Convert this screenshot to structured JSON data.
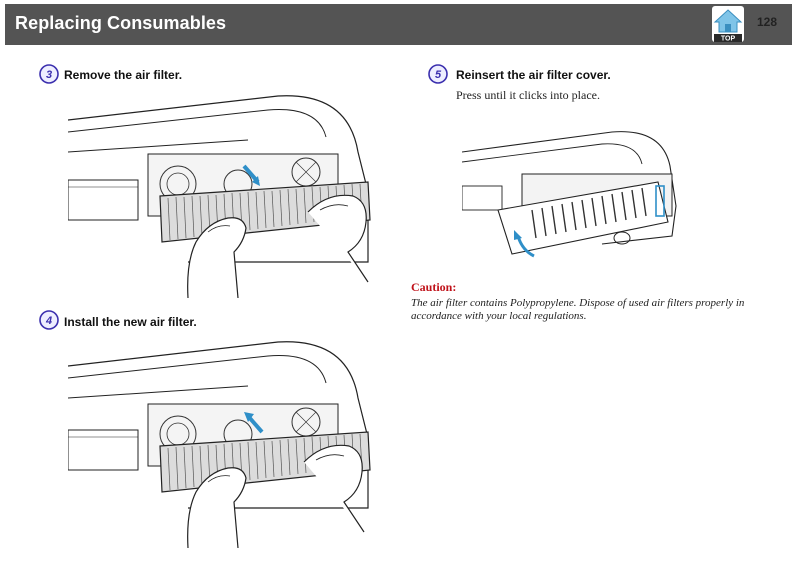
{
  "header": {
    "title": "Replacing Consumables",
    "page_number": "128",
    "top_label": "TOP"
  },
  "steps": [
    {
      "number": "3",
      "title": "Remove the air filter."
    },
    {
      "number": "4",
      "title": "Install the new air filter."
    },
    {
      "number": "5",
      "title": "Reinsert the air filter cover.",
      "description": "Press until it clicks into place."
    }
  ],
  "caution": {
    "title": "Caution:",
    "text": "The air filter contains Polypropylene. Dispose of used air filters properly in accordance with your local regulations."
  },
  "colors": {
    "header_bg": "#545454",
    "step_circle": "#3b2fae",
    "caution": "#c0121a",
    "arrow": "#2f8fc8"
  }
}
